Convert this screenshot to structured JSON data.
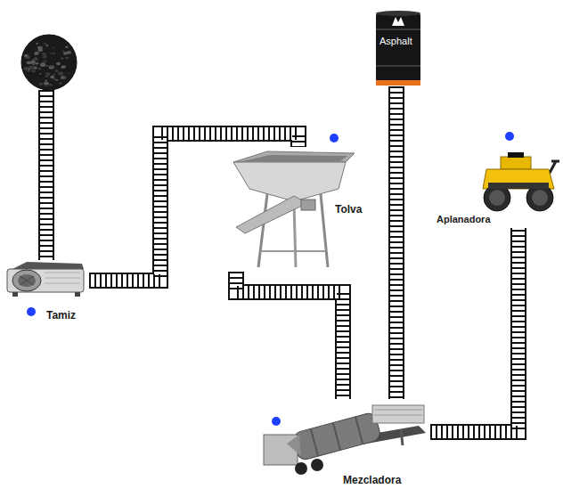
{
  "diagram": {
    "nodes": [
      {
        "text": [
          "Asphalt"
        ]
      },
      {
        "text": [
          "Tolva"
        ]
      },
      {
        "text": [
          "Aplanadora"
        ]
      },
      {
        "text": [
          "Tamiz"
        ]
      },
      {
        "text": [
          "Mezcladora"
        ]
      }
    ],
    "edges": [
      {
        "from": 3,
        "to": 1,
        "arrow": "none"
      },
      {
        "from": 1,
        "to": 4,
        "arrow": "none"
      },
      {
        "from": 0,
        "to": 4,
        "arrow": "none"
      },
      {
        "from": 4,
        "to": 2,
        "arrow": "none"
      }
    ]
  }
}
